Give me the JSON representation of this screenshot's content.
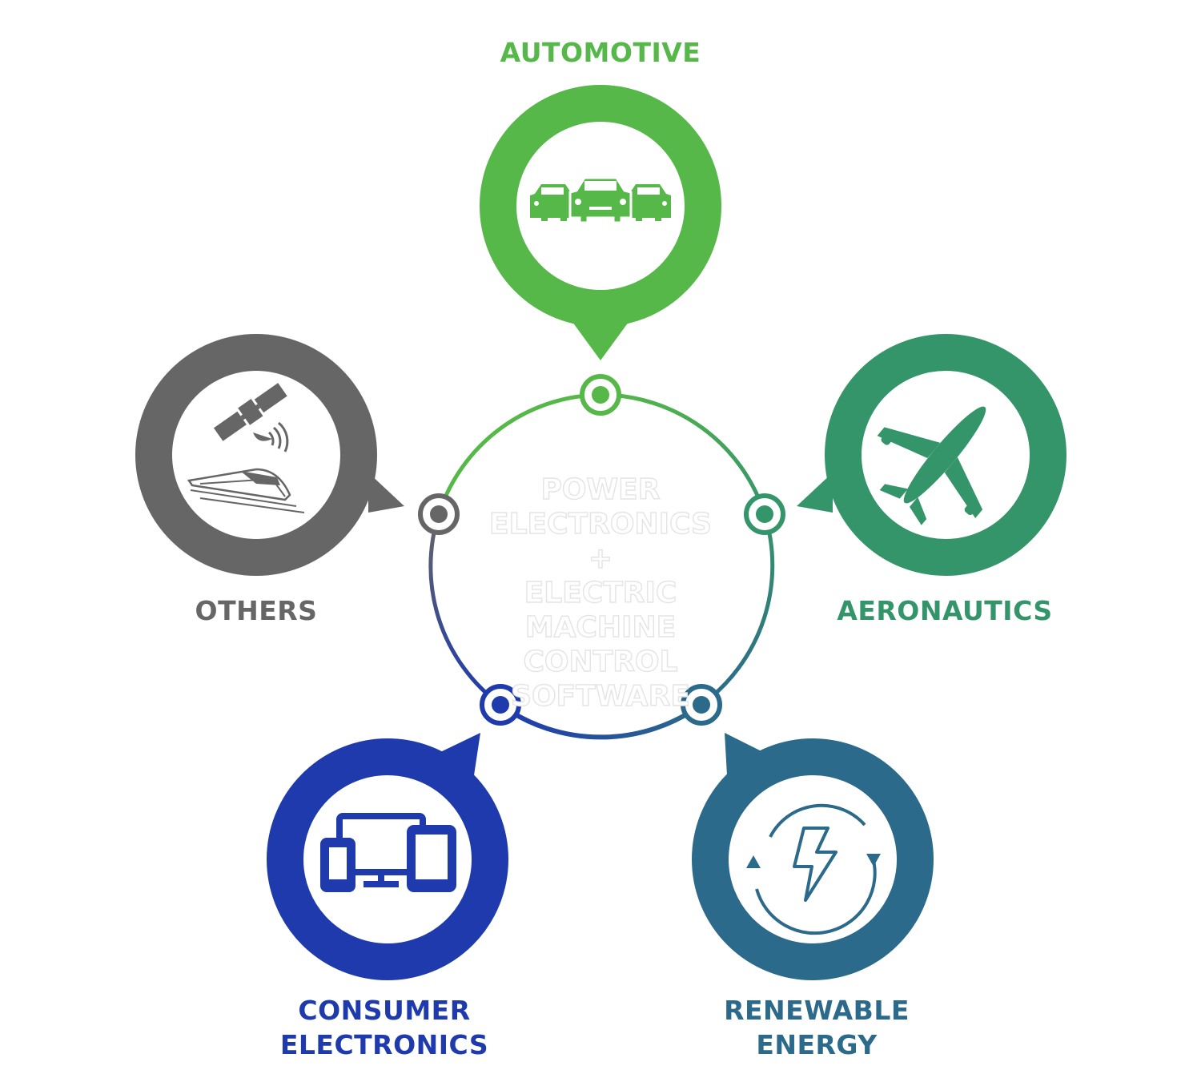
{
  "center": {
    "lines": [
      "POWER",
      "ELECTRONICS +",
      "ELECTRIC",
      "MACHINE",
      "CONTROL",
      "SOFTWARE"
    ]
  },
  "sectors": {
    "automotive": {
      "label": "AUTOMOTIVE",
      "color": "#55b848",
      "icon": "cars-icon"
    },
    "aeronautics": {
      "label": "AERONAUTICS",
      "color": "#35956a",
      "icon": "airplane-icon"
    },
    "renewable": {
      "label_line1": "RENEWABLE",
      "label_line2": "ENERGY",
      "color": "#2b6a8a",
      "icon": "renewable-energy-icon"
    },
    "consumer": {
      "label_line1": "CONSUMER",
      "label_line2": "ELECTRONICS",
      "color": "#1e3aad",
      "icon": "devices-icon"
    },
    "others": {
      "label": "OTHERS",
      "color": "#666666",
      "icon": "satellite-train-icon"
    }
  }
}
